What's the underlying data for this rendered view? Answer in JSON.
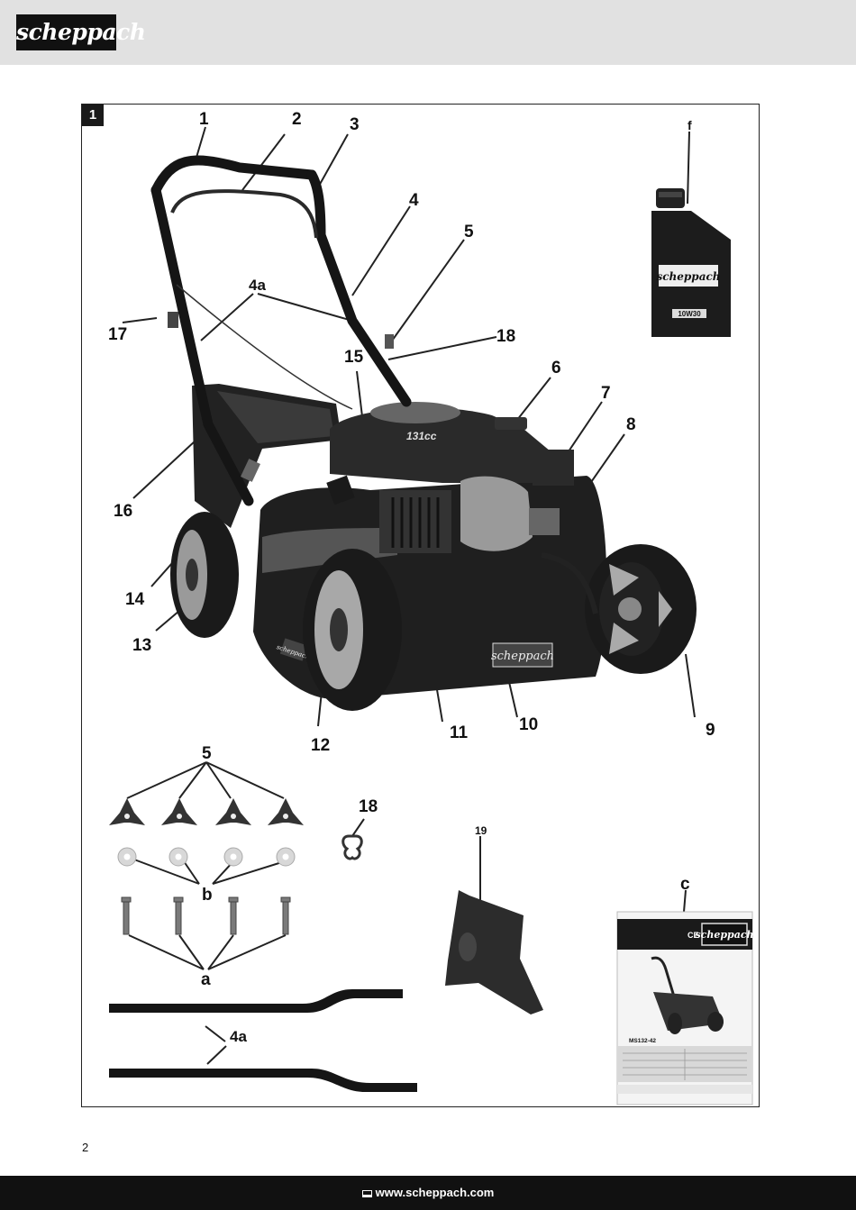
{
  "header": {
    "logo": "scheppach"
  },
  "figure": {
    "badge": "1",
    "callouts": {
      "c1": "1",
      "c2": "2",
      "c3": "3",
      "c4": "4",
      "c4a": "4a",
      "c5": "5",
      "c6": "6",
      "c7": "7",
      "c8": "8",
      "c9": "9",
      "c10": "10",
      "c11": "11",
      "c12": "12",
      "c13": "13",
      "c14": "14",
      "c15": "15",
      "c16": "16",
      "c17": "17",
      "c18": "18",
      "cf": "f",
      "p5": "5",
      "p18": "18",
      "p19": "19",
      "pb": "b",
      "pa": "a",
      "p4a": "4a",
      "pc": "c"
    },
    "oil_bottle": {
      "brand": "scheppach",
      "grade": "10W30"
    },
    "mower": {
      "engine_badge": "131cc",
      "deck_badge": "scheppach",
      "side_badge": "scheppach"
    },
    "manual_cover": {
      "brand": "scheppach",
      "mark": "CE",
      "model": "MS132-42"
    }
  },
  "page": {
    "number": "2"
  },
  "footer": {
    "url": "www.scheppach.com"
  }
}
